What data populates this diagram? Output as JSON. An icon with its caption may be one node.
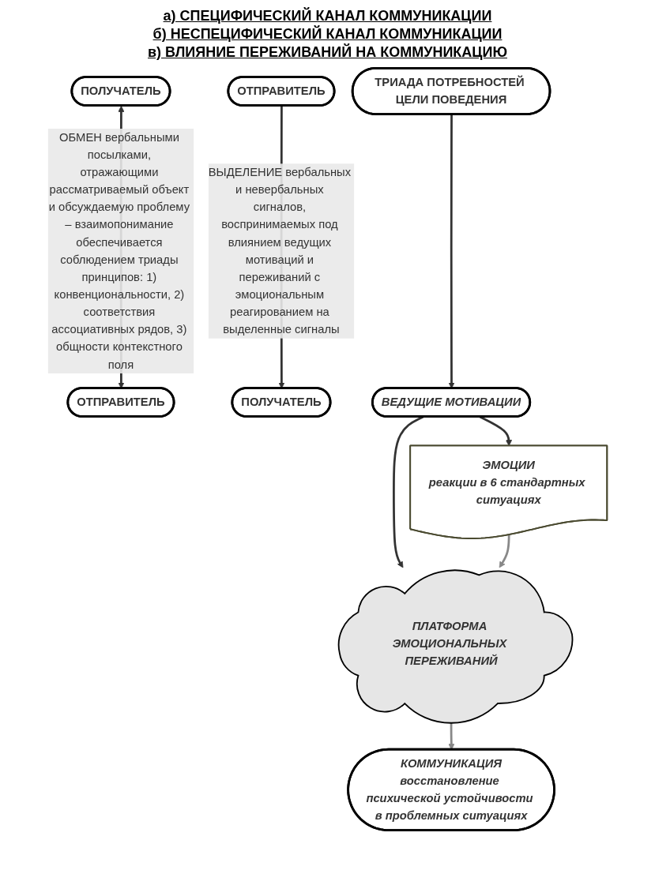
{
  "diagram": {
    "nodes": [
      {
        "text": [
          "ПОЛУЧАТЕЛЬ"
        ]
      },
      {
        "text": [
          "ОТПРАВИТЕЛЬ"
        ]
      },
      {
        "text": [
          "ПОЛУЧАТЕЛЬ"
        ]
      },
      {
        "text": [
          "ОТПРАВИТЕЛЬ"
        ]
      },
      {
        "text": [
          "ТРИАДА ПОТРЕБНОСТЕЙ ЦЕЛИ ПОВЕДЕНИЯ"
        ]
      },
      {
        "text": [
          "ВЕДУЩИЕ МОТИВАЦИИ"
        ]
      },
      {
        "text": [
          "ПЛАТФОРМА ЭМОЦИОНАЛЬНЫХ ПЕРЕЖИВАНИЙ"
        ]
      },
      {
        "text": [
          "КОММУНИКАЦИЯ",
          "восстановление психической устойчивости в проблемных ситуациях"
        ]
      },
      {
        "text": [
          "ЭМОЦИИ",
          "реакции в 6 стандартных ситуациях"
        ]
      }
    ],
    "edges": [
      {
        "from": 0,
        "to": 1,
        "arrow": "both",
        "label": "ОБМЕН вербальными посылками, отражающими рассматриваемый объект и обсуждаемую проблему – взаимопонимание обеспечивается соблюдением триады принципов: 1) конвенциональности, 2) соответствия ассоциативных рядов, 3) общности контекстного поля"
      },
      {
        "from": 3,
        "to": 2,
        "arrow": "to",
        "label": "ВЫДЕЛЕНИЕ вербальных и невербальных сигналов, воспринимаемых под влиянием ведущих мотиваций и переживаний с эмоциональным реагированием на выделенные сигналы"
      },
      {
        "from": 4,
        "to": 5,
        "arrow": "to"
      },
      {
        "from": 5,
        "to": 6,
        "arrow": "to"
      },
      {
        "from": 6,
        "to": 7,
        "arrow": "to",
        "color": "#888888"
      },
      {
        "from": 8,
        "to": 6,
        "arrow": "to",
        "color": "#888888"
      },
      {
        "from": 5,
        "to": 8,
        "arrow": "to"
      }
    ],
    "labels": [
      "а) СПЕЦИФИЧЕСКИЙ КАНАЛ КОММУНИКАЦИИ",
      "б) НЕСПЕЦИФИЧЕСКИЙ КАНАЛ КОММУНИКАЦИИ",
      "в) ВЛИЯНИЕ  ПЕРЕЖИВАНИЙ НА КОММУНИКАЦИЮ"
    ]
  }
}
